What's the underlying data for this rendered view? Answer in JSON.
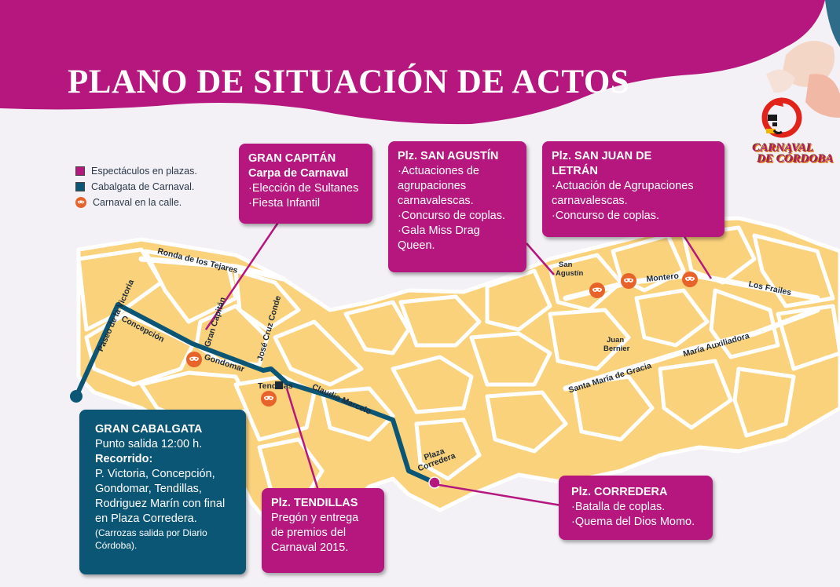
{
  "title": "PLANO DE SITUACIÓN DE ACTOS",
  "legend": [
    {
      "type": "pink",
      "label": "Espectáculos en plazas."
    },
    {
      "type": "blue",
      "label": "Cabalgata de Carnaval."
    },
    {
      "type": "mask",
      "label": "Carnaval en la calle."
    }
  ],
  "logo": {
    "line1": "CARNAVAL",
    "line2": "DE CÓRDOBA"
  },
  "boxes": {
    "gran_capitan": {
      "heading1": "GRAN CAPITÁN",
      "heading2": "Carpa de Carnaval",
      "lines": [
        "·Elección de Sultanes",
        "·Fiesta Infantil"
      ]
    },
    "san_agustin": {
      "heading": "Plz. SAN AGUSTÍN",
      "lines": [
        "·Actuaciones de",
        "agrupaciones",
        "carnavalescas.",
        "·Concurso de coplas.",
        "·Gala Miss Drag",
        "Queen."
      ]
    },
    "san_juan": {
      "heading1": "Plz. SAN JUAN DE",
      "heading2": "LETRÁN",
      "lines": [
        "·Actuación de Agrupaciones",
        "carnavalescas.",
        "·Concurso de coplas."
      ]
    },
    "cabalgata": {
      "heading": "GRAN CABALGATA",
      "line1": "Punto salida 12:00 h.",
      "subheading": "Recorrido:",
      "route": [
        "P. Victoria, Concepción,",
        "Gondomar, Tendillas,",
        "Rodriguez Marín con final",
        "en Plaza Corredera."
      ],
      "note": [
        "(Carrozas salida por Diario",
        "Córdoba)."
      ]
    },
    "tendillas": {
      "heading": "Plz. TENDILLAS",
      "lines": [
        "Pregón y entrega",
        "de premios del",
        "Carnaval 2015."
      ]
    },
    "corredera": {
      "heading": "Plz. CORREDERA",
      "lines": [
        "·Batalla de coplas.",
        "·Quema del Dios Momo."
      ]
    }
  },
  "streets": {
    "paseo_victoria": "Paseo de la Victoria",
    "ronda_tejares": "Ronda de los Tejares",
    "concepcion": "Concepción",
    "gran_capitan": "Gran Capitán",
    "jose_cruz_conde": "José Cruz Conde",
    "gondomar": "Gondomar",
    "tendillas": "Tendillas",
    "claudio_marcelo": "Claudio Marcelo",
    "plaza_corredera_1": "Plaza",
    "plaza_corredera_2": "Corredera",
    "san_agustin_1": "San",
    "san_agustin_2": "Agustín",
    "montero": "Montero",
    "los_frailes": "Los Frailes",
    "juan_bernier_1": "Juan",
    "juan_bernier_2": "Bernier",
    "maria_auxiliadora": "María Auxiliadora",
    "santa_maria_gracia": "Santa María de Gracia"
  },
  "colors": {
    "pink": "#b5177e",
    "blue": "#0b5575",
    "block": "#fbd27c",
    "street": "#ffffff",
    "mask": "#e8632a"
  }
}
